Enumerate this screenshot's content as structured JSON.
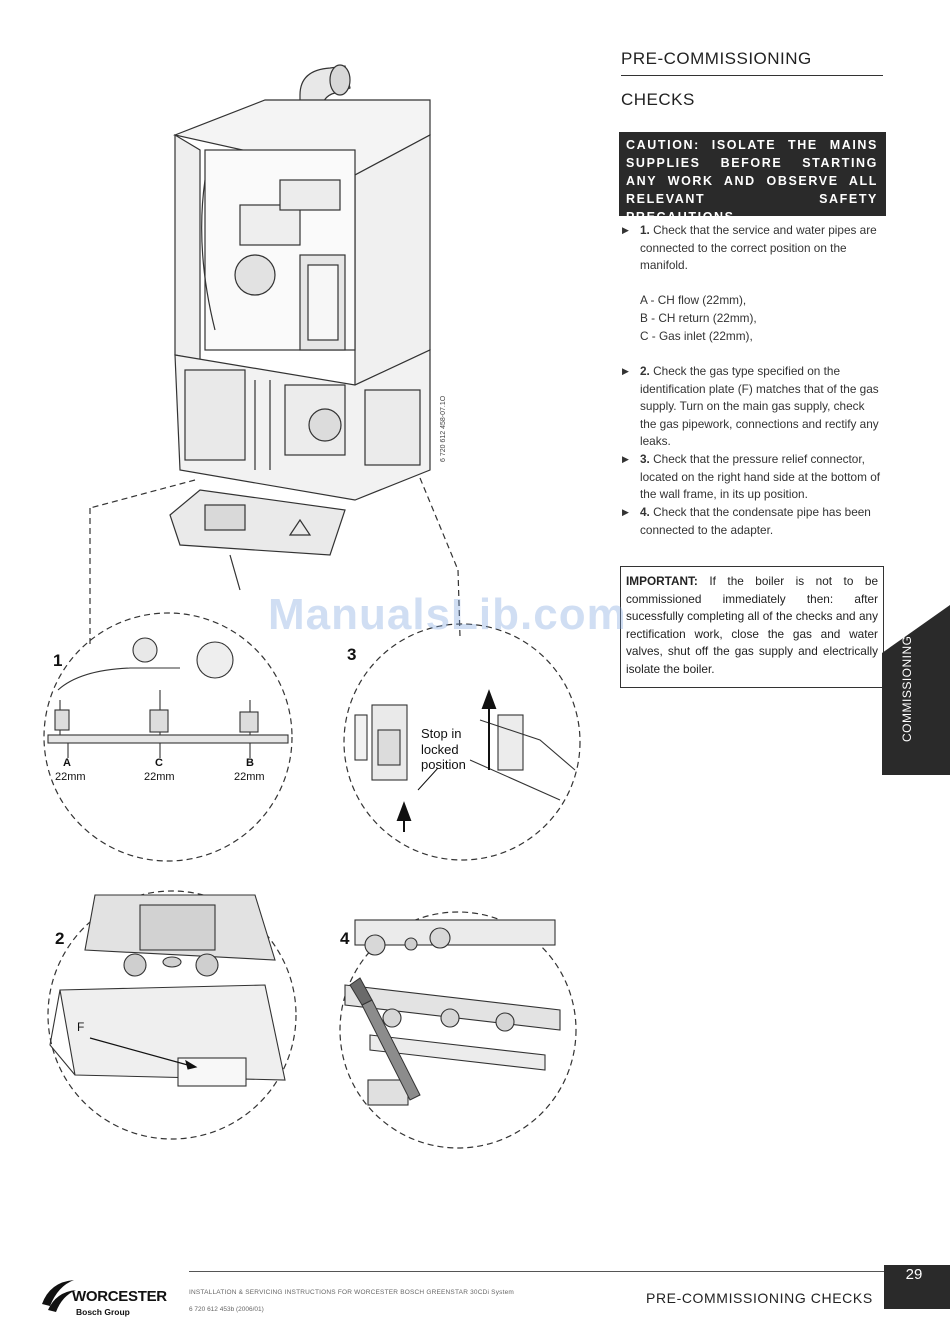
{
  "header": {
    "section_title": "PRE-COMMISSIONING",
    "subtitle": "CHECKS"
  },
  "caution": {
    "text": "CAUTION: ISOLATE THE MAINS SUPPLIES BEFORE STARTING ANY WORK AND OBSERVE ALL RELEVANT SAFETY PRECAUTIONS"
  },
  "checks": [
    {
      "num": "1.",
      "text": "Check that the service and water pipes are connected to the correct position on the manifold."
    },
    {
      "num": "2.",
      "text": "Check the gas type specified on the identification plate (F) matches that of the gas supply. Turn on the main gas supply, check the gas pipework, connections and rectify any leaks."
    },
    {
      "num": "3.",
      "text": "Check that the pressure relief connector, located on the right hand side at the bottom of the wall frame, in its up position."
    },
    {
      "num": "4.",
      "text": "Check that the condensate pipe has been connected to the adapter."
    }
  ],
  "connections": [
    "A - CH flow (22mm),",
    "B - CH return (22mm),",
    "C - Gas inlet (22mm),"
  ],
  "important": {
    "label": "IMPORTANT:",
    "text": "If the boiler is not to be commissioned immediately then: after sucessfully completing all of the checks and any rectification work, close the gas and water valves, shut off the gas supply and electrically isolate the boiler."
  },
  "side_tab": {
    "label": "COMMISSIONING"
  },
  "figure": {
    "ref_code": "6 720 612 458-07.1O",
    "detail_numbers": [
      "1",
      "2",
      "3",
      "4"
    ],
    "detail1_labels": [
      "A",
      "C",
      "B"
    ],
    "detail1_sizes": [
      "22mm",
      "22mm",
      "22mm"
    ],
    "detail2_label": "F",
    "detail3_caption": [
      "Stop in",
      "locked",
      "position"
    ]
  },
  "watermark": "ManualsLib.com",
  "footer": {
    "brand": "WORCESTER",
    "brand_sub": "Bosch Group",
    "doc_line1": "INSTALLATION & SERVICING INSTRUCTIONS FOR WORCESTER BOSCH GREENSTAR 30CDi System",
    "doc_line2": "6 720 612 453b (2006/01)",
    "title": "PRE-COMMISSIONING CHECKS",
    "page_number": "29"
  },
  "colors": {
    "dark_box": "#2a2a2a",
    "watermark": "#78a0dc"
  }
}
